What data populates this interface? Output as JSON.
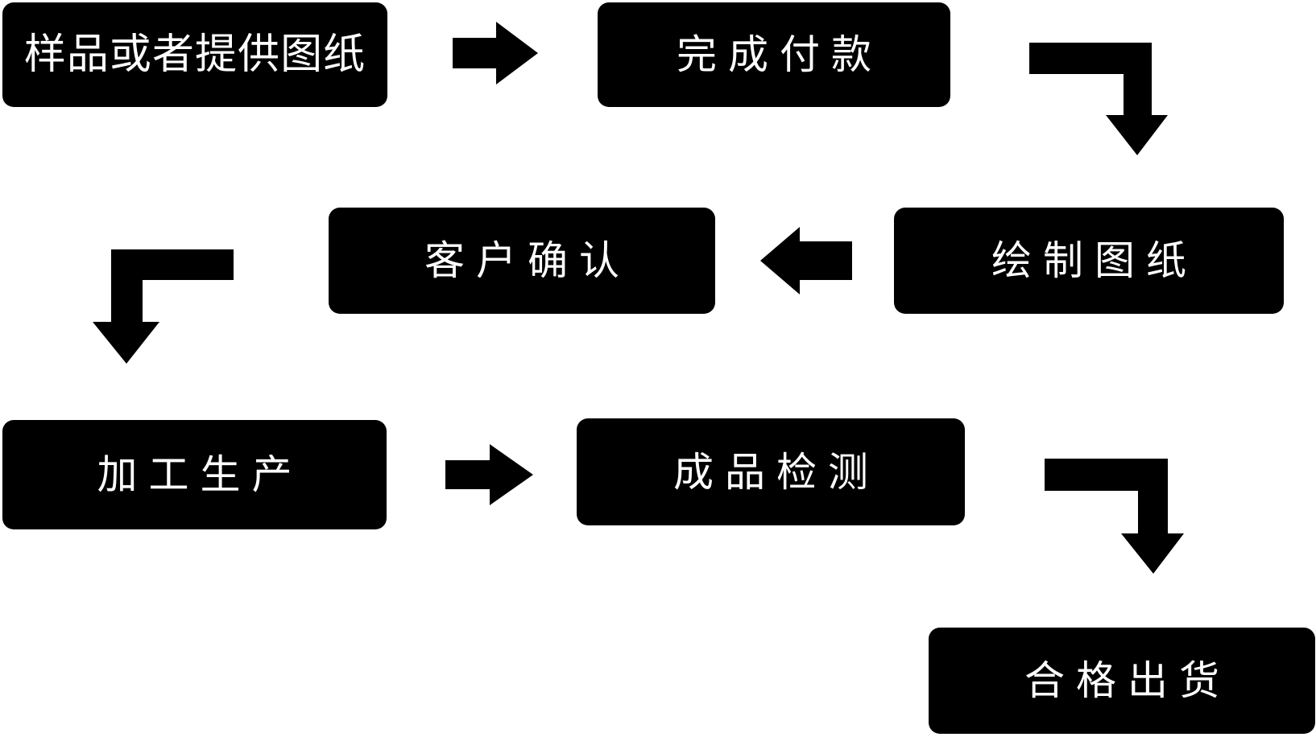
{
  "flowchart": {
    "background_color": "#ffffff",
    "node_background_color": "#000000",
    "node_text_color": "#ffffff",
    "arrow_color": "#000000",
    "nodes": [
      {
        "id": "sample-or-provide-drawing",
        "label": "样品或者提供图纸"
      },
      {
        "id": "complete-payment",
        "label": "完成付款"
      },
      {
        "id": "draw-drawing",
        "label": "绘制图纸"
      },
      {
        "id": "customer-confirm",
        "label": "客户确认"
      },
      {
        "id": "processing-production",
        "label": "加工生产"
      },
      {
        "id": "finished-product-inspection",
        "label": "成品检测"
      },
      {
        "id": "qualified-shipment",
        "label": "合格出货"
      }
    ],
    "edges": [
      {
        "from": "样品或者提供图纸",
        "to": "完成付款",
        "direction": "right"
      },
      {
        "from": "完成付款",
        "to": "绘制图纸",
        "direction": "down-elbow"
      },
      {
        "from": "绘制图纸",
        "to": "客户确认",
        "direction": "left"
      },
      {
        "from": "客户确认",
        "to": "加工生产",
        "direction": "down-elbow"
      },
      {
        "from": "加工生产",
        "to": "成品检测",
        "direction": "right"
      },
      {
        "from": "成品检测",
        "to": "合格出货",
        "direction": "down-elbow"
      }
    ]
  }
}
